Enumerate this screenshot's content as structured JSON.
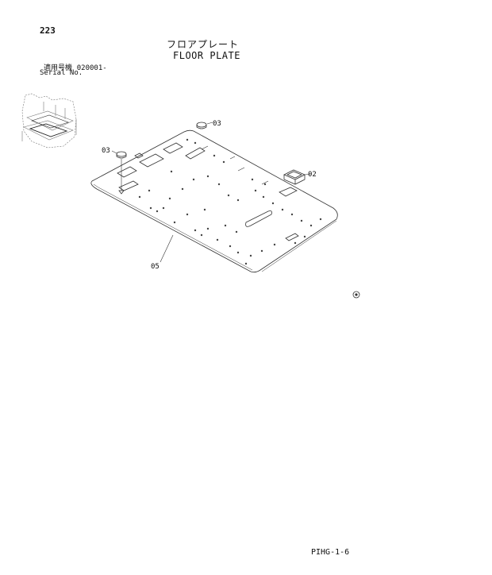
{
  "page_number": "223",
  "title_jp": "フロアプレート",
  "title_en": "FLOOR PLATE",
  "serial_label_jp": "適用号機",
  "serial_value": "020001-",
  "serial_label_en": "Serial No.",
  "callouts": {
    "c03_top": "03",
    "c03_left": "03",
    "c02": "02",
    "c05": "05"
  },
  "footer_code": "PIHG-1-6",
  "icons": {
    "corner_symbol": "circled-mark-icon",
    "locator": "machine-locator-icon"
  }
}
